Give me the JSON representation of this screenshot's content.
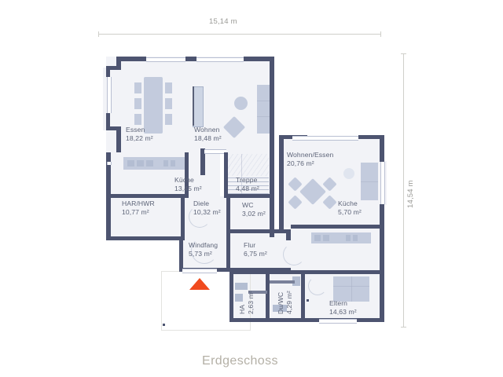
{
  "title": "Erdgeschoss",
  "dimensions": {
    "width_label": "15,14 m",
    "height_label": "14,54 m",
    "unit": "m"
  },
  "colors": {
    "wall": "#4d5470",
    "floor": "#f2f3f7",
    "furniture": "#c3cbdd",
    "label_text": "#5d6478",
    "dimension_text": "#9a9a96",
    "title_text": "#b4b0a6",
    "entrance_marker": "#f04a1e",
    "page_background": "#ffffff"
  },
  "rooms": [
    {
      "name": "Essen",
      "area": "18,22 m²"
    },
    {
      "name": "Wohnen",
      "area": "18,48 m²"
    },
    {
      "name": "Küche",
      "area": "13,45 m²"
    },
    {
      "name": "Treppe",
      "area": "4,48 m²"
    },
    {
      "name": "HAR/HWR",
      "area": "10,77 m²"
    },
    {
      "name": "Diele",
      "area": "10,32 m²"
    },
    {
      "name": "WC",
      "area": "3,02 m²"
    },
    {
      "name": "Windfang",
      "area": "5,73 m²"
    },
    {
      "name": "Flur",
      "area": "6,75 m²"
    },
    {
      "name": "Wohnen/Essen",
      "area": "20,76 m²"
    },
    {
      "name": "Küche",
      "area": "5,70 m²"
    },
    {
      "name": "HA",
      "area": "2,63 m²"
    },
    {
      "name": "Du/WC",
      "area": "4,29 m²"
    },
    {
      "name": "Eltern",
      "area": "14,63 m²"
    }
  ],
  "markers": {
    "entrance_icon": "triangle-entrance-marker"
  }
}
